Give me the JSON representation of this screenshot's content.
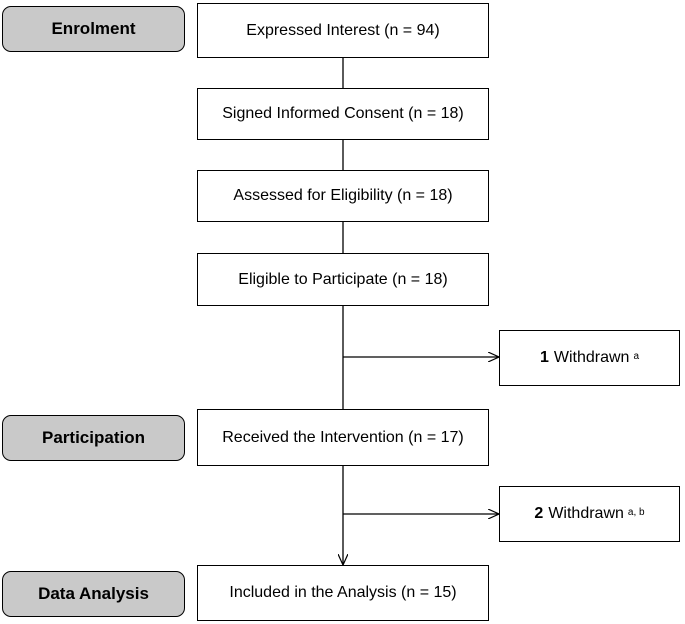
{
  "stages": {
    "enrolment": "Enrolment",
    "participation": "Participation",
    "data_analysis": "Data Analysis"
  },
  "boxes": {
    "expressed_interest": "Expressed Interest (n = 94)",
    "signed_consent": "Signed Informed Consent (n = 18)",
    "assessed_eligibility": "Assessed for Eligibility (n = 18)",
    "eligible": "Eligible to Participate (n = 18)",
    "received_intervention": "Received the Intervention (n = 17)",
    "included_analysis": "Included in the Analysis (n = 15)"
  },
  "withdrawals": {
    "first": {
      "count": "1",
      "label": "Withdrawn",
      "sup": "a"
    },
    "second": {
      "count": "2",
      "label": "Withdrawn",
      "sup": "a, b"
    }
  },
  "colors": {
    "stage_fill": "#c9c9c9",
    "border": "#000000",
    "box_fill": "#ffffff"
  }
}
